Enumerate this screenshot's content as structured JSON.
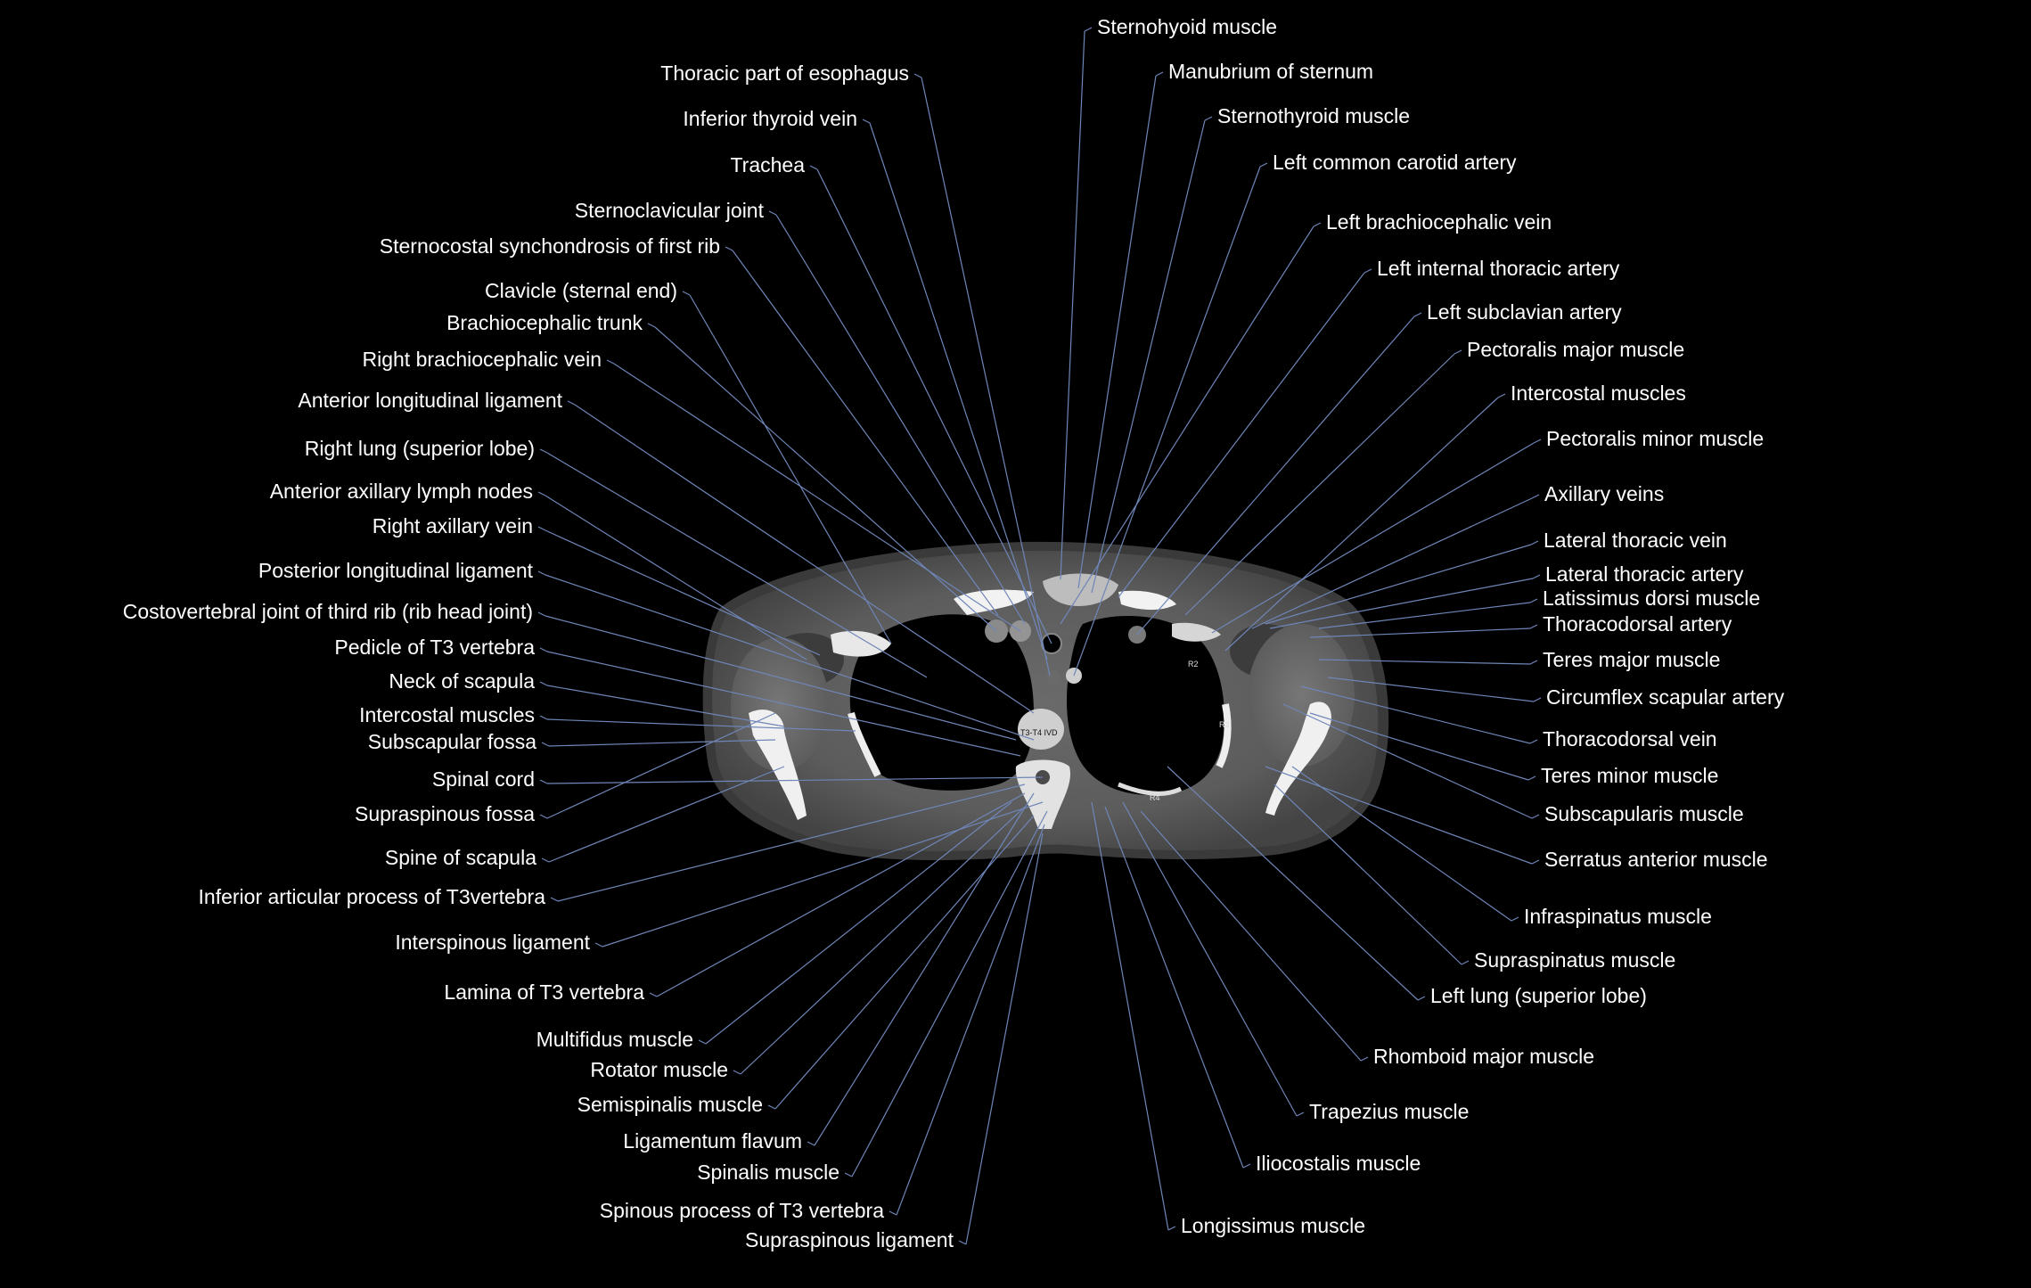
{
  "colors": {
    "background": "#000000",
    "label_text": "#ffffff",
    "leader_line": "#6f86b8"
  },
  "image_labels": {
    "vertebral_level": "T3-T4 IVD",
    "left_rib_2": "R2",
    "left_rib_3": "R3",
    "left_rib_4": "R4"
  },
  "labels_left": [
    "Thoracic part of esophagus",
    "Inferior thyroid vein",
    "Trachea",
    "Sternoclavicular joint",
    "Sternocostal synchondrosis of first rib",
    "Clavicle (sternal end)",
    "Brachiocephalic trunk",
    "Right brachiocephalic vein",
    "Anterior longitudinal ligament",
    "Right lung (superior lobe)",
    "Anterior axillary lymph nodes",
    "Right axillary vein",
    "Posterior longitudinal ligament",
    "Costovertebral joint of third rib (rib head joint)",
    "Pedicle of T3 vertebra",
    "Neck of scapula",
    "Intercostal muscles",
    "Subscapular fossa",
    "Spinal cord",
    "Supraspinous fossa",
    "Spine of scapula",
    "Inferior articular process of T3vertebra",
    "Interspinous ligament",
    "Lamina of T3 vertebra",
    "Multifidus muscle",
    "Rotator muscle",
    "Semispinalis muscle",
    "Ligamentum flavum",
    "Spinalis muscle",
    "Spinous process of T3 vertebra",
    "Supraspinous ligament"
  ],
  "labels_right": [
    "Sternohyoid muscle",
    "Manubrium of sternum",
    "Sternothyroid muscle",
    "Left common carotid artery",
    "Left brachiocephalic vein",
    "Left internal thoracic artery",
    "Left subclavian artery",
    "Pectoralis major muscle",
    "Intercostal muscles",
    "Pectoralis minor muscle",
    "Axillary veins",
    "Lateral thoracic vein",
    "Lateral thoracic artery",
    "Latissimus dorsi muscle",
    "Thoracodorsal artery",
    "Teres major muscle",
    "Circumflex scapular artery",
    "Thoracodorsal vein",
    "Teres minor muscle",
    "Subscapularis muscle",
    "Serratus anterior muscle",
    "Infraspinatus muscle",
    "Supraspinatus muscle",
    "Left lung (superior lobe)",
    "Rhomboid major muscle",
    "Trapezius muscle",
    "Iliocostalis muscle",
    "Longissimus muscle"
  ]
}
